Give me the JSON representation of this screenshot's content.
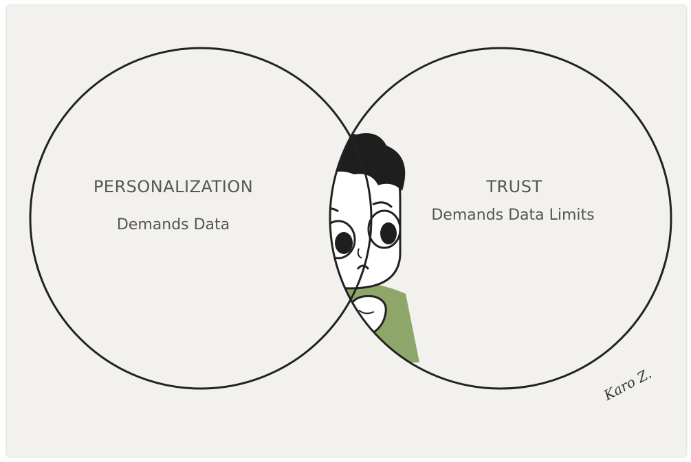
{
  "left_circle": {
    "title": "PERSONALIZATION",
    "subtitle": "Demands Data"
  },
  "right_circle": {
    "title": "TRUST",
    "subtitle": "Demands Data Limits"
  },
  "signature": "Karo Z.",
  "colors": {
    "background": "#f2f1ee",
    "outline": "#222222",
    "text": "#555555",
    "lens_fill": "#bdbdbd",
    "shirt": "#8fa66a",
    "hair": "#1e1e1e",
    "skin": "#ffffff"
  },
  "illustration": {
    "character": "worried-boy-peeking"
  }
}
